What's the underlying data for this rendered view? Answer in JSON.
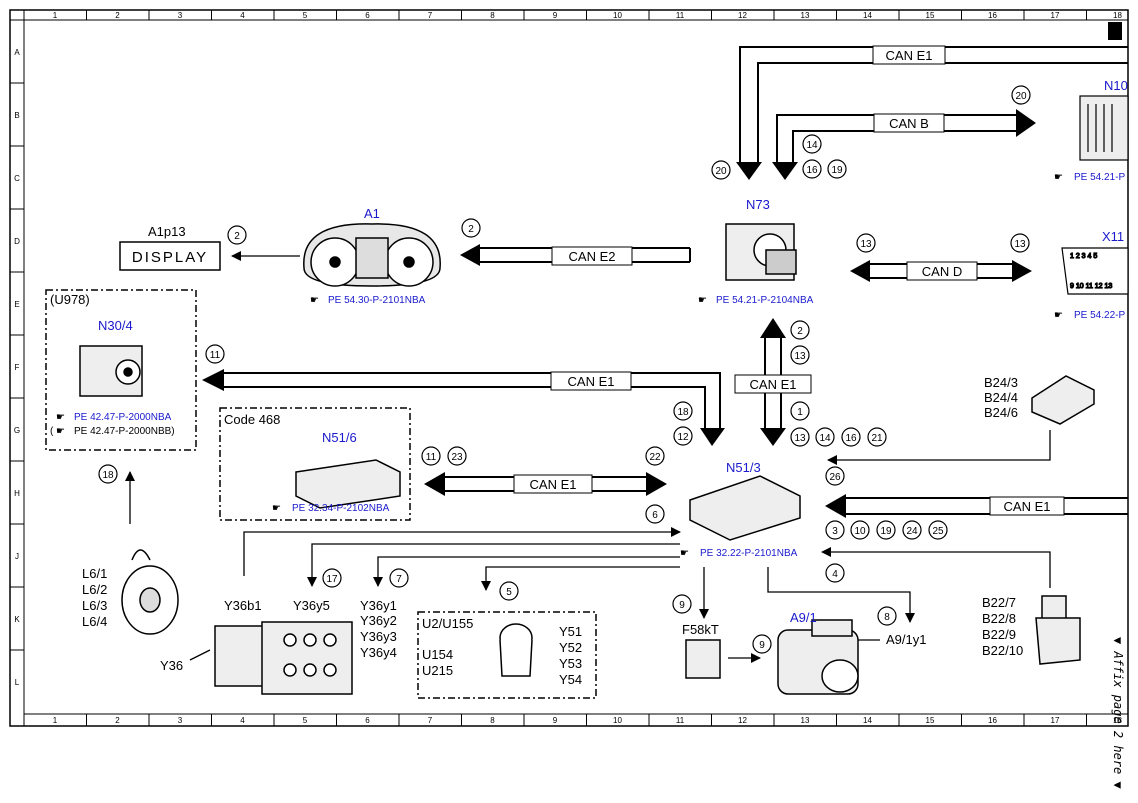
{
  "colors": {
    "ref": "#1a1acd",
    "line": "#000000"
  },
  "grid": {
    "columns": [
      "1",
      "2",
      "3",
      "4",
      "5",
      "6",
      "7",
      "8",
      "9",
      "10",
      "11",
      "12",
      "13",
      "14",
      "15",
      "16",
      "17",
      "18"
    ],
    "rows": [
      "A",
      "B",
      "C",
      "D",
      "E",
      "F",
      "G",
      "H",
      "J",
      "K",
      "L"
    ]
  },
  "components": {
    "a1": "A1",
    "a1p13": "A1p13",
    "display": "DISPLAY",
    "n73": "N73",
    "n10": "N10",
    "x11": "X11",
    "u978": "(U978)",
    "n30_4": "N30/4",
    "code468": "Code 468",
    "n51_6": "N51/6",
    "n51_3": "N51/3",
    "b24": [
      "B24/3",
      "B24/4",
      "B24/6"
    ],
    "l6": [
      "L6/1",
      "L6/2",
      "L6/3",
      "L6/4"
    ],
    "y36b1": "Y36b1",
    "y36y5": "Y36y5",
    "y36y": [
      "Y36y1",
      "Y36y2",
      "Y36y3",
      "Y36y4"
    ],
    "y36": "Y36",
    "u2": "U2/U155",
    "u154": [
      "U154",
      "U215"
    ],
    "y5x": [
      "Y51",
      "Y52",
      "Y53",
      "Y54"
    ],
    "f58kt": "F58kT",
    "a9_1": "A9/1",
    "a9_1y1": "A9/1y1",
    "b22": [
      "B22/7",
      "B22/8",
      "B22/9",
      "B22/10"
    ]
  },
  "refs": {
    "a1": "PE 54.30-P-2101NBA",
    "n73": "PE 54.21-P-2104NBA",
    "n10": "PE 54.21-P",
    "x11": "PE 54.22-P",
    "n30_a": "PE 42.47-P-2000NBA",
    "n30_b": "PE 42.47-P-2000NBB)",
    "n30_b_paren": "(",
    "n51_6": "PE 32.34-P-2102NBA",
    "n51_3": "PE 32.22-P-2101NBA"
  },
  "buses": {
    "can_e1": "CAN E1",
    "can_b": "CAN B",
    "can_e2": "CAN E2",
    "can_d": "CAN D"
  },
  "circles": {
    "c20a": "20",
    "c20b": "20",
    "c14": "14",
    "c16a": "16",
    "c19a": "19",
    "c2a": "2",
    "c2b": "2",
    "c13a": "13",
    "c13b": "13",
    "c11a": "11",
    "c2c": "2",
    "c13c": "13",
    "c18a": "18",
    "c12": "12",
    "c1": "1",
    "c13d": "13",
    "c14b": "14",
    "c16b": "16",
    "c21": "21",
    "c11b": "11",
    "c23": "23",
    "c22": "22",
    "c26": "26",
    "c18b": "18",
    "c6": "6",
    "c3": "3",
    "c10": "10",
    "c19b": "19",
    "c24": "24",
    "c25": "25",
    "c17": "17",
    "c7": "7",
    "c4": "4",
    "c5": "5",
    "c9a": "9",
    "c8": "8",
    "c9b": "9"
  },
  "side_note": "▼ Affix page 2 here ▼"
}
